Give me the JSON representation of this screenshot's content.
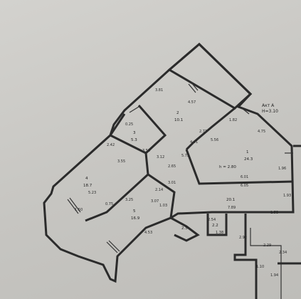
{
  "header": {
    "section": "Акт А",
    "height": "H=3.10"
  },
  "rooms": [
    {
      "id": "balcony",
      "number": "",
      "area": ""
    },
    {
      "id": "kitchen",
      "number": "2",
      "area": "10.1"
    },
    {
      "id": "bath",
      "number": "3",
      "area": "5.3"
    },
    {
      "id": "living",
      "number": "1",
      "area": "24.3"
    },
    {
      "id": "bedroom1",
      "number": "4",
      "area": "18.7"
    },
    {
      "id": "bedroom2",
      "number": "5",
      "area": "16.9"
    },
    {
      "id": "hall",
      "number": "",
      "area": "20.1"
    },
    {
      "id": "wc",
      "number": "",
      "area": "2.5"
    },
    {
      "id": "closet",
      "number": "",
      "area": "2.2"
    }
  ],
  "labels": {
    "ceiling": "h = 2.80"
  },
  "dimensions": [
    "3.81",
    "4.57",
    "1.82",
    "4.75",
    "5.56",
    "4.41",
    "6.01",
    "6.05",
    "1.96",
    "1.93",
    "2.71",
    "3.55",
    "5.23",
    "3.50",
    "2.42",
    "3.12",
    "5.72",
    "1.50",
    "3.07",
    "4.53",
    "0.75",
    "3.25",
    "2.14",
    "3.01",
    "2.65",
    "1.03",
    "1.38",
    "7.89",
    "2.92",
    "2.29",
    "2.34",
    "1.53",
    "0.25",
    "2.54",
    "1.94",
    "1.10"
  ]
}
